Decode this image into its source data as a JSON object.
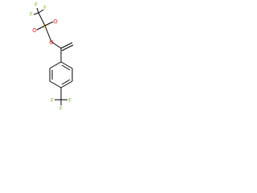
{
  "molecule": {
    "atoms": {
      "f1": "F",
      "f2": "F",
      "f3": "F",
      "s": "S",
      "o1": "O",
      "o2": "O",
      "o3": "O",
      "f4": "F",
      "f5": "F",
      "f6": "F"
    }
  },
  "colors": {
    "F": "#8fbf3a",
    "O": "#e02020",
    "S": "#c8a000",
    "bond": "#000000",
    "background": "#ffffff"
  }
}
